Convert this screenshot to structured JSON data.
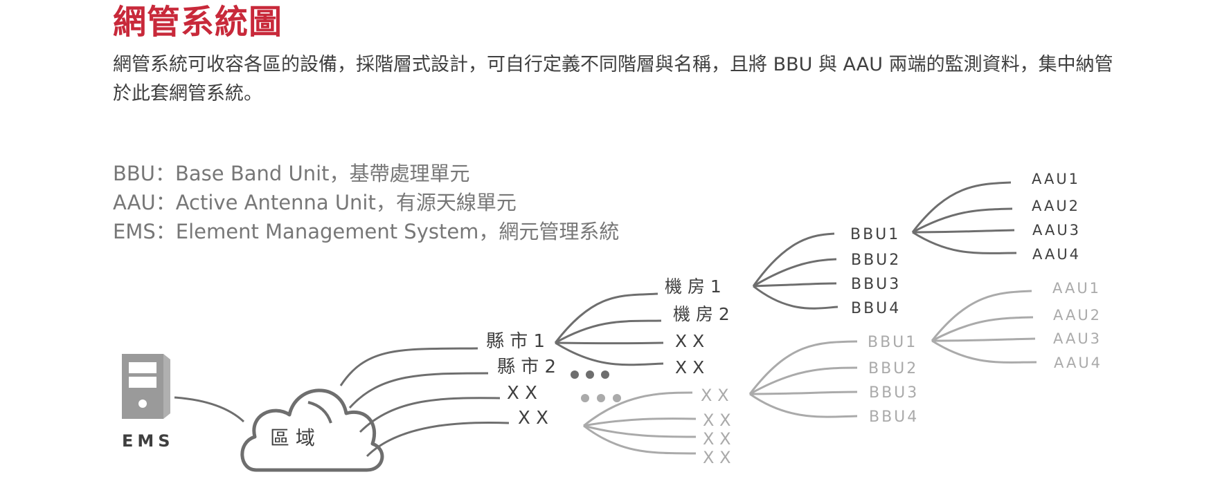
{
  "title": "網管系統圖",
  "description": "網管系統可收容各區的設備，採階層式設計，可自行定義不同階層與名稱，且將 BBU 與 AAU 兩端的監測資料，集中納管於此套網管系統。",
  "definitions": [
    "BBU：Base Band Unit，基帶處理單元",
    "AAU：Active Antenna Unit，有源天線單元",
    "EMS：Element Management System，網元管理系統"
  ],
  "diagram": {
    "ems": "EMS",
    "region": "區 域",
    "cities": [
      "縣 市 1",
      "縣 市 2",
      "X  X",
      "X  X"
    ],
    "rooms": [
      "機 房 1",
      "機 房 2",
      "X  X",
      "X  X"
    ],
    "xx_group": [
      "X  X",
      "X  X",
      "X  X",
      "X  X"
    ],
    "bbus": [
      "BBU1",
      "BBU2",
      "BBU3",
      "BBU4"
    ],
    "bbus_secondary": [
      "BBU1",
      "BBU2",
      "BBU3",
      "BBU4"
    ],
    "aaus": [
      "AAU1",
      "AAU2",
      "AAU3",
      "AAU4"
    ],
    "aaus_secondary": [
      "AAU1",
      "AAU2",
      "AAU3",
      "AAU4"
    ]
  },
  "colors": {
    "title": "#c8293a",
    "text": "#3f3f3f",
    "defs": "#777777",
    "dark_line": "#6e6e6e",
    "light_line": "#aaaaaa",
    "ems_icon": "#9a9a9a"
  }
}
